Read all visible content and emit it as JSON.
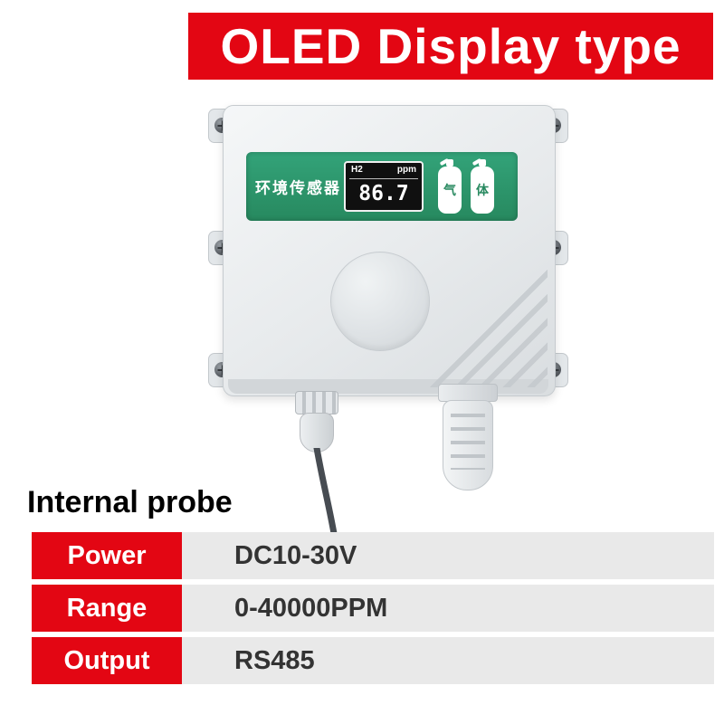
{
  "banner": {
    "title": "OLED Display type",
    "bg_color": "#e30613",
    "text_color": "#ffffff"
  },
  "device": {
    "panel_title": "环境传感器",
    "panel_color": "#2e9e74",
    "oled": {
      "gas": "H2",
      "unit": "ppm",
      "value": "86.7"
    },
    "cylinder_icons": [
      {
        "char": "气"
      },
      {
        "char": "体"
      }
    ]
  },
  "caption": "Internal probe",
  "specs": {
    "label_bg": "#e30613",
    "value_bg": "#e9e9e9",
    "rows": [
      {
        "label": "Power",
        "value": "DC10-30V"
      },
      {
        "label": "Range",
        "value": "0-40000PPM"
      },
      {
        "label": "Output",
        "value": "RS485"
      }
    ]
  }
}
